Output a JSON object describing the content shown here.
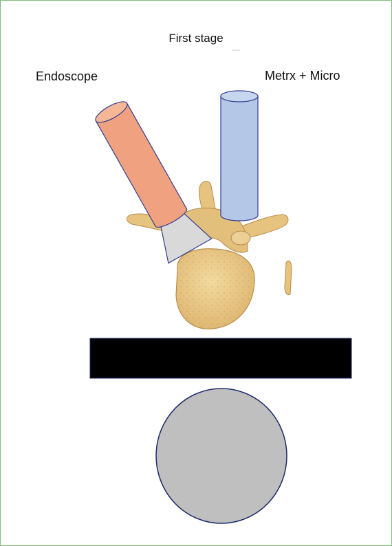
{
  "title": "First stage",
  "labels": {
    "left": "Endoscope",
    "right": "Metrx + Micro"
  },
  "colors": {
    "border": "#7fc17a",
    "endoscope_fill": "#f0a17f",
    "endoscope_tip_fill": "#d9d9d9",
    "tube_fill": "#b4c7e7",
    "outline": "#2e3d8c",
    "bar_fill": "#000000",
    "circle_fill": "#bfbfbf",
    "bone_fill": "#e8c98a",
    "bone_stroke": "#b88a4a"
  },
  "icons": {
    "endoscope": "endoscope-icon",
    "tube": "tubular-retractor-icon",
    "vertebra": "vertebra-icon"
  }
}
